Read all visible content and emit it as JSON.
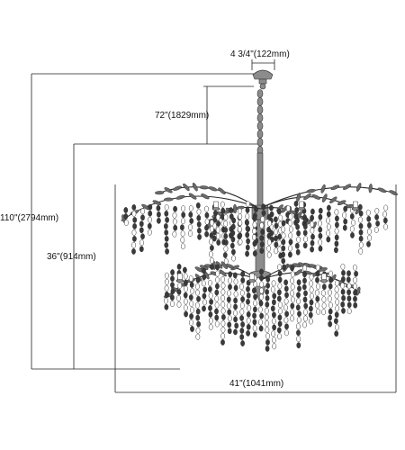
{
  "dimensions": {
    "canopy_width": "4 3/4\"(122mm)",
    "chain_length": "72\"(1829mm)",
    "overall_height": "110\"(2794mm)",
    "fixture_height": "36\"(914mm)",
    "fixture_width": "41\"(1041mm)"
  },
  "colors": {
    "line": "#222222",
    "metal": "#8c8c8c",
    "crystal_dark": "#3a3a3a",
    "leaf": "#6a6a6a"
  }
}
